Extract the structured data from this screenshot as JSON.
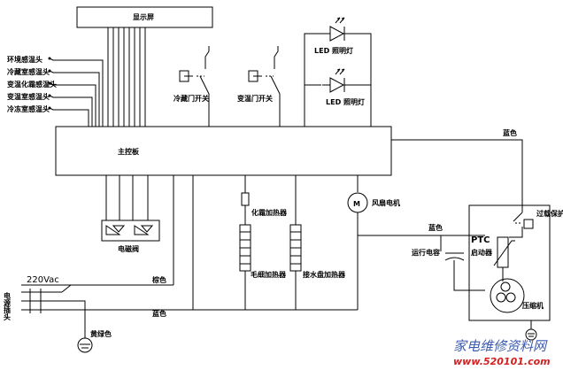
{
  "blocks": {
    "display": "显示屏",
    "mainboard": "主控板"
  },
  "sensors": [
    "环境感温头",
    "冷藏室感温头",
    "变温化霜感温头",
    "变温室感温头",
    "冷冻室感温头"
  ],
  "switches": {
    "fridge_door": "冷藏门开关",
    "variable_door": "变温门开关"
  },
  "leds": {
    "led1": "LED 照明灯",
    "led2": "LED 照明灯"
  },
  "components": {
    "solenoid": "电磁阀",
    "fan_motor": "风扇电机",
    "heater1": "化霜加热器",
    "heater2": "毛细加热器",
    "heater3": "接水盘加热器",
    "run_capacitor": "运行电容",
    "ptc_label": "PTC",
    "ptc_starter": "启动器",
    "compressor": "压缩机",
    "overload": "过载保护器"
  },
  "power": {
    "voltage": "220Vac",
    "plug": "电源插头",
    "brown": "棕色",
    "blue_bottom": "蓝色",
    "blue_top": "蓝色",
    "blue_mid": "蓝色",
    "yellow_green": "黄绿色"
  },
  "watermark": {
    "text": "家电维修资料网",
    "url": "www.520101.com"
  }
}
